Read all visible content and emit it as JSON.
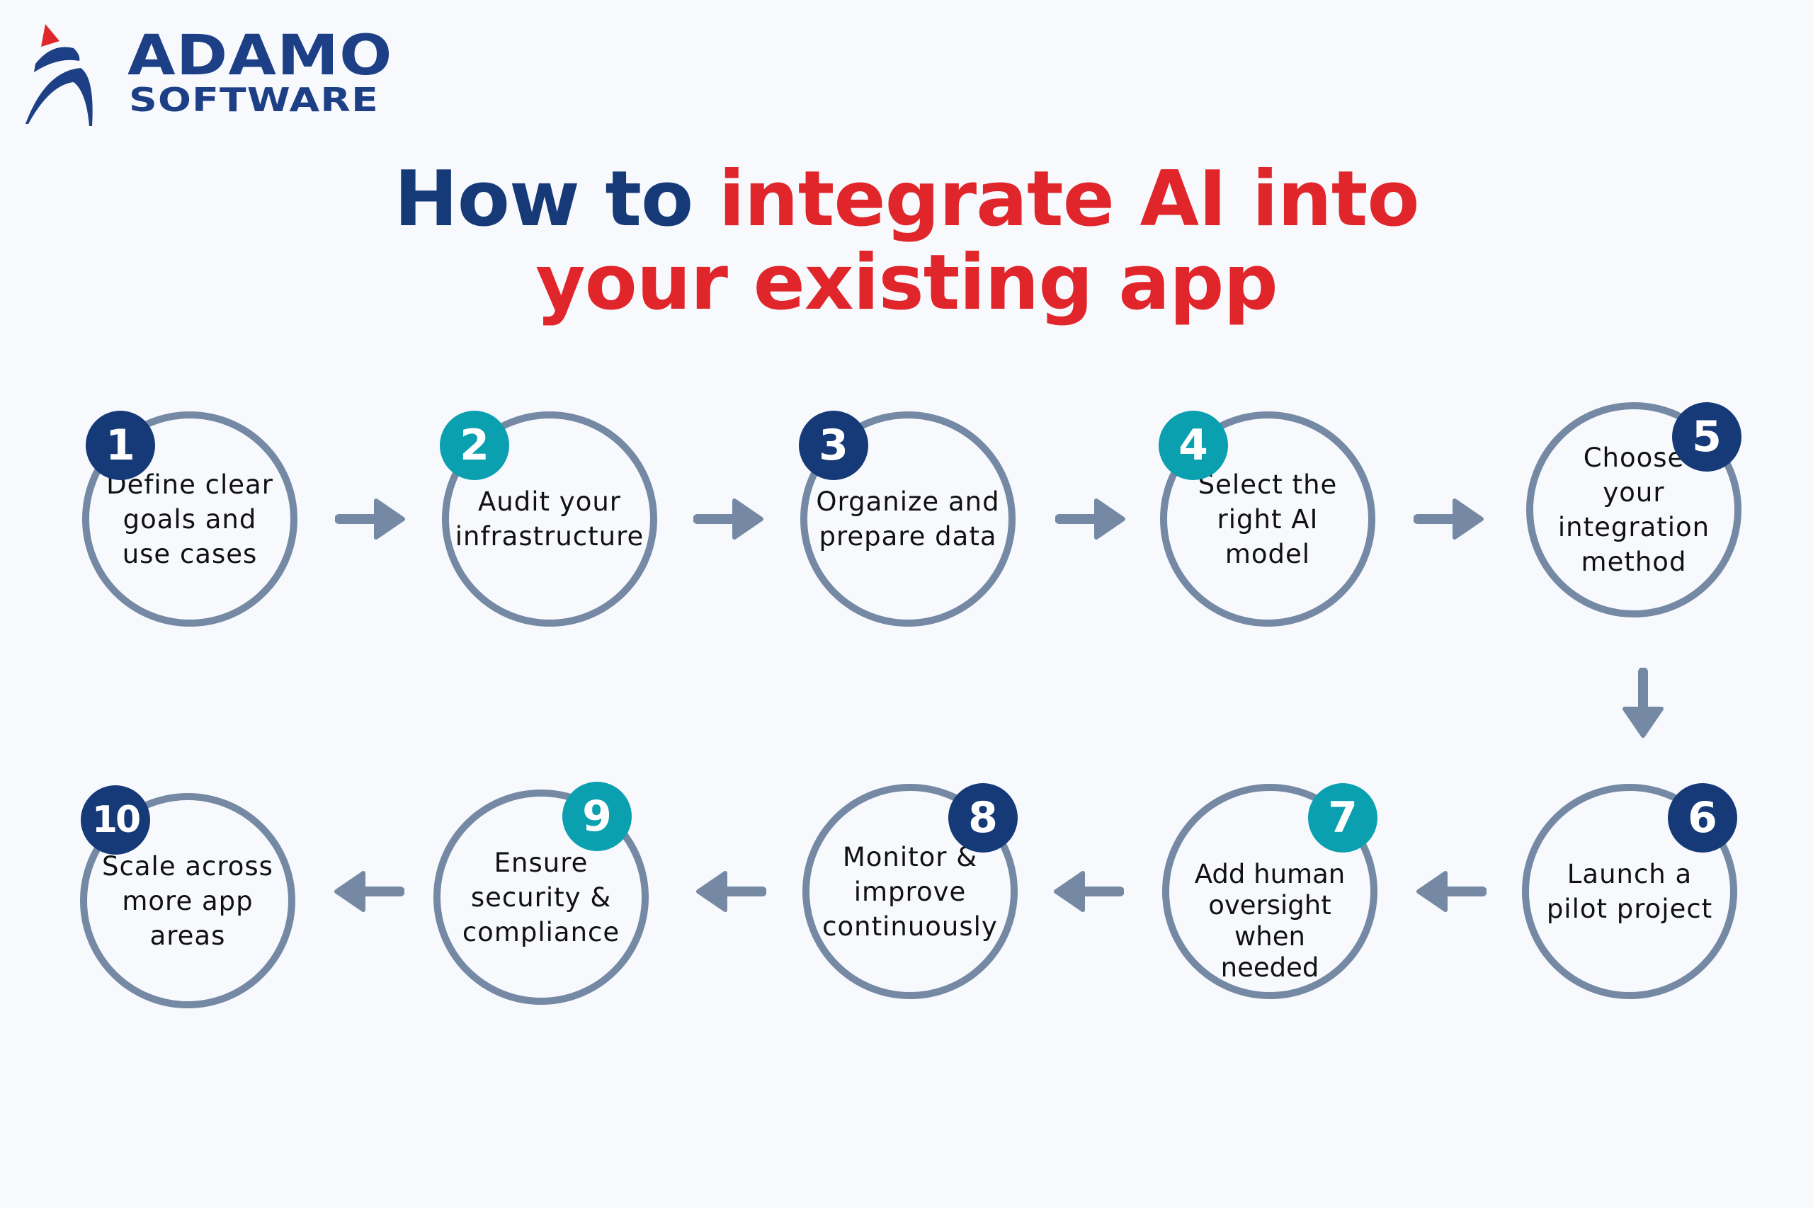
{
  "logo": {
    "line1": "ADAMO",
    "line2": "SOFTWARE"
  },
  "title": {
    "part1": "How to ",
    "part2": "integrate AI into",
    "line2": "your existing app"
  },
  "colors": {
    "navy": "#163a78",
    "teal": "#0aa0b0",
    "red": "#e0262b",
    "stroke": "#7589a5"
  },
  "steps": [
    {
      "number": "1",
      "label": "Define clear\ngoals and\nuse cases",
      "badge_color": "#163a78"
    },
    {
      "number": "2",
      "label": "Audit your\ninfrastructure",
      "badge_color": "#0aa0b0"
    },
    {
      "number": "3",
      "label": "Organize and\nprepare data",
      "badge_color": "#163a78"
    },
    {
      "number": "4",
      "label": "Select the\nright AI\nmodel",
      "badge_color": "#0aa0b0"
    },
    {
      "number": "5",
      "label": "Choose\nyour\nintegration\nmethod",
      "badge_color": "#163a78"
    },
    {
      "number": "6",
      "label": "Launch a\npilot project",
      "badge_color": "#163a78"
    },
    {
      "number": "7",
      "label": "Add human\noversight\nwhen\nneeded",
      "badge_color": "#0aa0b0"
    },
    {
      "number": "8",
      "label": "Monitor &\nimprove\ncontinuously",
      "badge_color": "#163a78"
    },
    {
      "number": "9",
      "label": "Ensure\nsecurity &\ncompliance",
      "badge_color": "#0aa0b0"
    },
    {
      "number": "10",
      "label": "Scale across\nmore app\nareas",
      "badge_color": "#163a78"
    }
  ]
}
